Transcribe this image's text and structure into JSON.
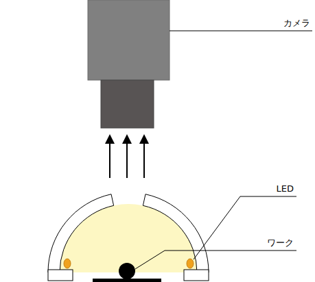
{
  "diagram": {
    "labels": [
      "カメラ",
      "LED",
      "ワーク"
    ]
  }
}
